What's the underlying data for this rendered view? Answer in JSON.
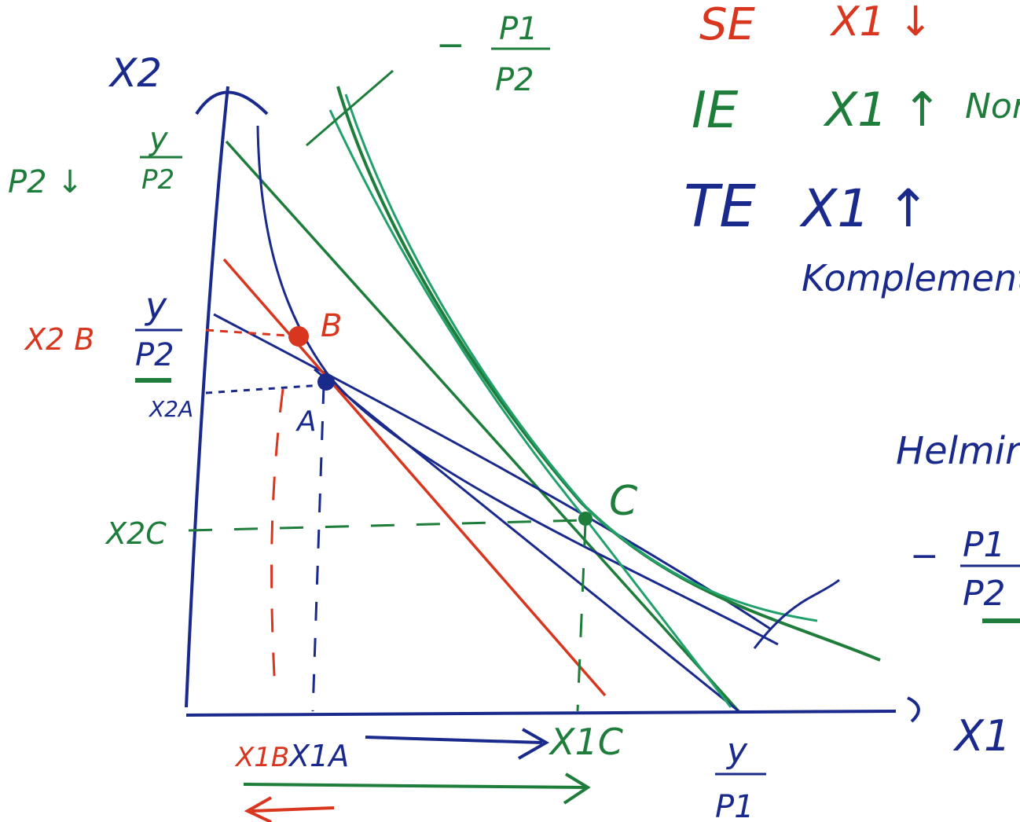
{
  "colors": {
    "blue": "#1a2a8c",
    "green": "#1e7d3a",
    "teal": "#22a06b",
    "red": "#d8361e"
  },
  "axes": {
    "y_label": "X2",
    "x_label": "X1"
  },
  "labels": {
    "p2_down": "P2 ↓",
    "y_over_p2_top_num": "y",
    "y_over_p2_top_den": "P2",
    "x2b": "X2 B",
    "y_over_p2_mid_num": "y",
    "y_over_p2_mid_den": "P2",
    "x2a": "X2A",
    "x2c": "X2C",
    "price_ratio_minus": "−",
    "price_ratio_num": "P1",
    "price_ratio_den": "P2",
    "point_a": "A",
    "point_b": "B",
    "point_c": "C",
    "x1b": "X1B",
    "x1a": "X1A",
    "x1c": "X1C",
    "y_over_p1_num": "y",
    "y_over_p1_den": "P1",
    "right_ratio_minus": "−",
    "right_ratio_num": "P1",
    "right_ratio_den": "P2"
  },
  "effects": {
    "se_label": "SE",
    "se_value": "X1 ↓",
    "ie_label": "IE",
    "ie_value": "X1 ↑",
    "ie_note": "Norm",
    "te_label": "TE",
    "te_value": "X1 ↑",
    "te_note": "Komplement",
    "helm": "Helmir"
  }
}
